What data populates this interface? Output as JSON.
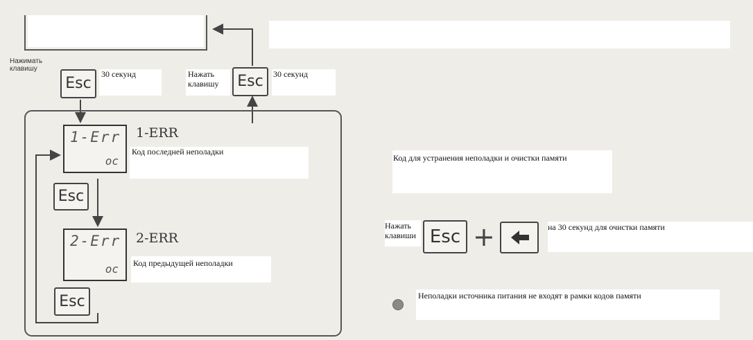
{
  "top": {
    "press_key_label_1": "Нажимать клавишу",
    "seconds_label_1": "30 секунд",
    "press_key_label_2": "Нажать клавишу",
    "seconds_label_2": "30 секунд"
  },
  "keys": {
    "esc": "Esc"
  },
  "errors": [
    {
      "lcd_line1": "1-Err",
      "lcd_line2": "oc",
      "code": "1-ERR",
      "description": "Код последней неполадки"
    },
    {
      "lcd_line1": "2-Err",
      "lcd_line2": "oc",
      "code": "2-ERR",
      "description": "Код предыдущей неполадки"
    }
  ],
  "right": {
    "clear_title": "Код для устранения неполадки и очистки памяти",
    "press_keys_label": "Нажать клавиши",
    "plus": "+",
    "clear_instruction": "на 30 секунд для очистки памяти",
    "note": "Неполадки источника питания не входят в рамки кодов памяти"
  },
  "icons": {
    "arrow_key": "left-arrow-key-icon",
    "bullet": "bullet-circle-icon"
  }
}
